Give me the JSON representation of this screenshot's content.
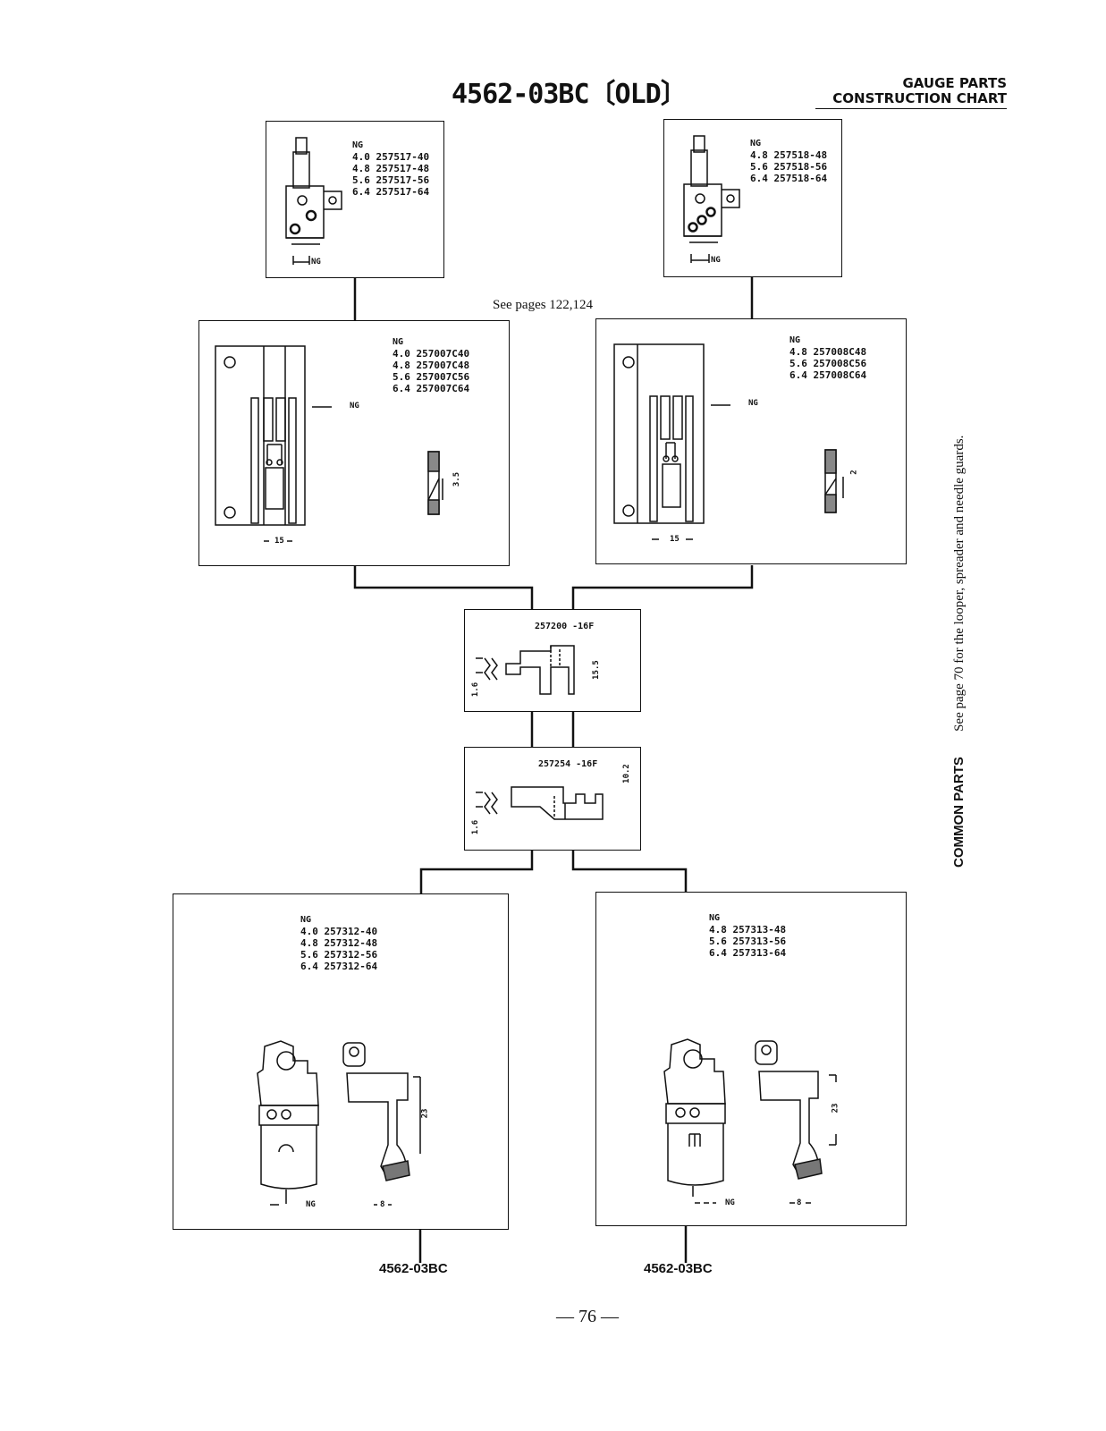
{
  "page": {
    "title": "4562-03BC〔OLD〕",
    "header_right_line1": "GAUGE PARTS",
    "header_right_line2": "CONSTRUCTION CHART",
    "side_common": "COMMON PARTS",
    "side_note": "See page 70 for the looper, spreader and needle guards.",
    "see_pages": "See pages 122,124",
    "page_number": "— 76 —",
    "bottom_label_left": "4562-03BC",
    "bottom_label_right": "4562-03BC"
  },
  "boxes": {
    "needle_clamp_left": {
      "heading": "NG",
      "lines": [
        "4.0 257517-40",
        "4.8 257517-48",
        "5.6 257517-56",
        "6.4 257517-64"
      ],
      "dim": "NG"
    },
    "needle_clamp_right": {
      "heading": "NG",
      "lines": [
        "4.8 257518-48",
        "5.6 257518-56",
        "6.4 257518-64"
      ],
      "dim": "NG"
    },
    "throat_plate_left": {
      "heading": "NG",
      "lines": [
        "4.0 257007C40",
        "4.8 257007C48",
        "5.6 257007C56",
        "6.4 257007C64"
      ],
      "ng_label": "NG",
      "width_dim": "15",
      "section_dim": "3.5"
    },
    "throat_plate_right": {
      "heading": "NG",
      "lines": [
        "4.8 257008C48",
        "5.6 257008C56",
        "6.4 257008C64"
      ],
      "ng_label": "NG",
      "width_dim": "15",
      "section_dim": "2"
    },
    "feed_dog_main": {
      "part": "257200 -16F",
      "dim_height": "1.6",
      "dim_width": "15.5"
    },
    "feed_dog_diff": {
      "part": "257254 -16F",
      "dim_height": "1.6",
      "dim_width": "10.2"
    },
    "looper_left": {
      "heading": "NG",
      "lines": [
        "4.0 257312-40",
        "4.8 257312-48",
        "5.6 257312-56",
        "6.4 257312-64"
      ],
      "dim_ng": "NG",
      "dim_8": "8",
      "dim_23": "23"
    },
    "looper_right": {
      "heading": "NG",
      "lines": [
        "4.8 257313-48",
        "5.6 257313-56",
        "6.4 257313-64"
      ],
      "dim_ng": "NG",
      "dim_8": "8",
      "dim_23": "23"
    }
  }
}
